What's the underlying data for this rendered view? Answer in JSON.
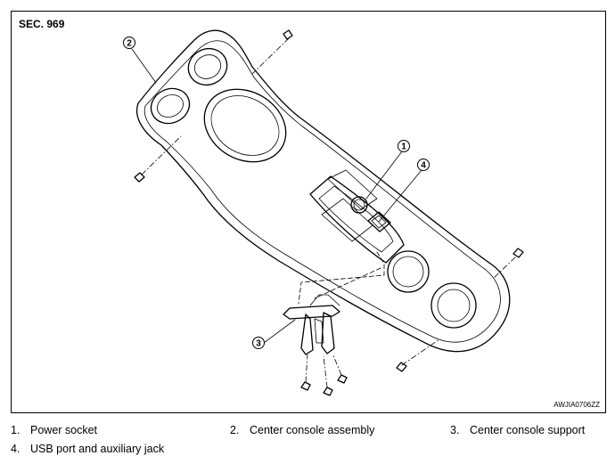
{
  "figure": {
    "section_label": "SEC. 969",
    "image_code": "AWJIA0706ZZ",
    "callouts": [
      "1",
      "2",
      "3",
      "4"
    ]
  },
  "legend": [
    {
      "num": "1.",
      "label": "Power socket"
    },
    {
      "num": "2.",
      "label": "Center console assembly"
    },
    {
      "num": "3.",
      "label": "Center console support"
    },
    {
      "num": "4.",
      "label": "USB port and auxiliary jack"
    }
  ]
}
